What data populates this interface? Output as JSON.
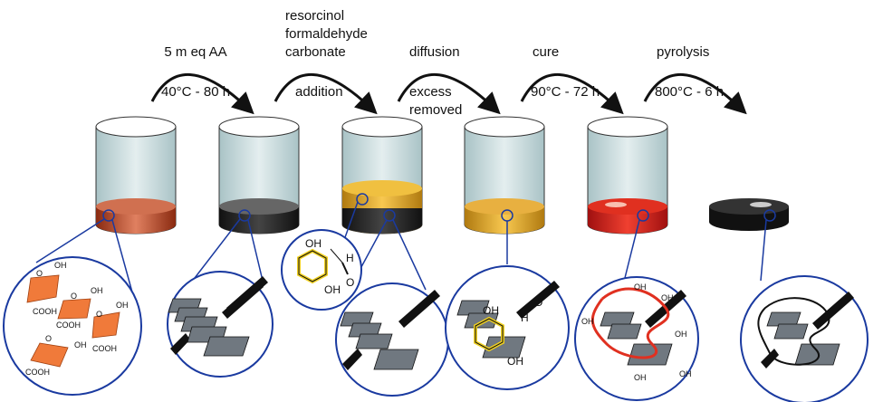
{
  "steps": [
    {
      "top": "5 m eq AA",
      "bottom": "40°C - 80 h"
    },
    {
      "top_lines": [
        "resorcinol",
        "formaldehyde",
        "carbonate"
      ],
      "bottom": "addition"
    },
    {
      "top": "diffusion",
      "bottom_lines": [
        "excess",
        "removed"
      ]
    },
    {
      "top": "cure",
      "bottom": "90°C - 72 h"
    },
    {
      "top": "pyrolysis",
      "bottom": "800°C - 6 h"
    }
  ],
  "chem": {
    "oh": "OH",
    "o": "O",
    "cooh": "COOH",
    "h": "H"
  },
  "colors": {
    "outline": "#1a3aa0",
    "graphene_oxide": "#f07a3a",
    "sheet": "#707880",
    "resorcinol": "#f0d020",
    "polymer": "#e03020"
  }
}
